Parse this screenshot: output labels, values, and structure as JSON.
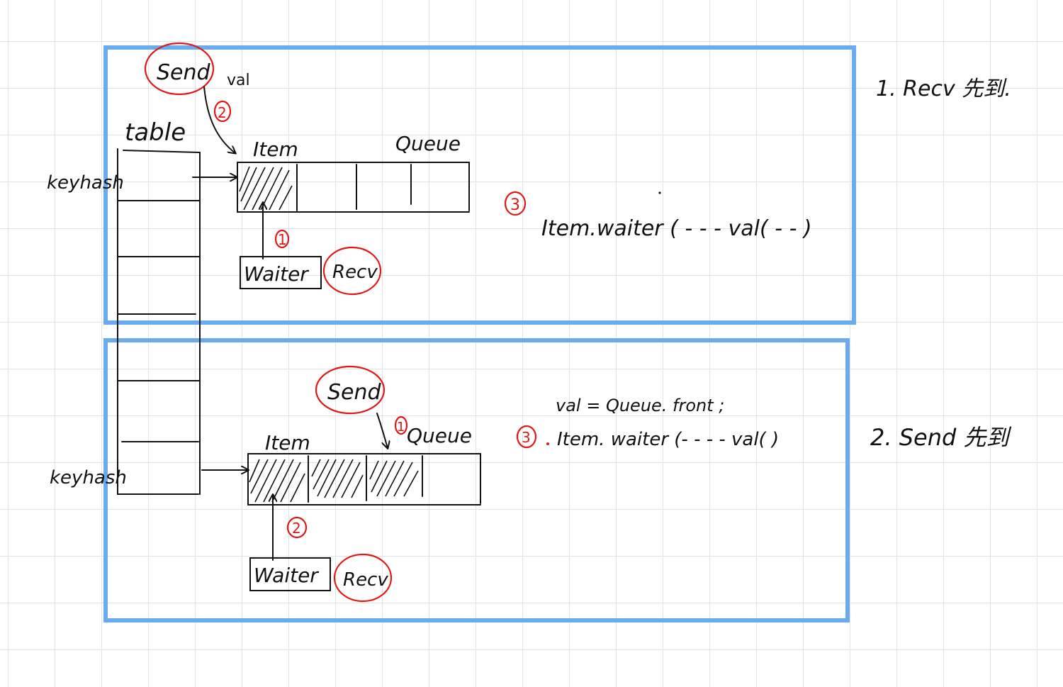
{
  "panel1": {
    "send": "Send",
    "val": "val",
    "step2": "2",
    "table": "table",
    "keyhash": "keyhash",
    "item": "Item",
    "queue": "Queue",
    "step1": "1",
    "waiter": "Waiter",
    "recv": "Recv",
    "step3": "3",
    "code": "Item.waiter ( - - - val( - - )",
    "caption": "1. Recv 先到."
  },
  "panel2": {
    "send": "Send",
    "step1": "1",
    "queue": "Queue",
    "item": "Item",
    "keyhash": "keyhash",
    "val_line": "val = Queue. front ;",
    "step3": "3",
    "code": "Item. waiter (- - - - val( )",
    "step2": "2",
    "waiter": "Waiter",
    "recv": "Recv",
    "caption": "2. Send 先到"
  },
  "colors": {
    "frame": "#6aabf0",
    "annotation": "#e01818",
    "ink": "#111111"
  }
}
